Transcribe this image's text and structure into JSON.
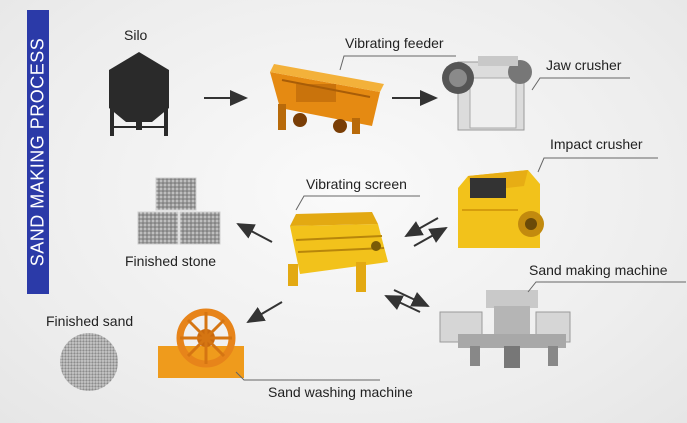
{
  "title": "SAND MAKING PROCESS",
  "labels": {
    "silo": "Silo",
    "vibrating_feeder": "Vibrating feeder",
    "jaw_crusher": "Jaw crusher",
    "impact_crusher": "Impact crusher",
    "vibrating_screen": "Vibrating screen",
    "sand_making_machine": "Sand making machine",
    "finished_stone": "Finished stone",
    "finished_sand": "Finished sand",
    "sand_washing_machine": "Sand washing machine"
  },
  "colors": {
    "title_bar": "#2b3aa8",
    "machine_orange": "#e89a1a",
    "machine_yellow": "#f2c21b",
    "arrow": "#333333"
  }
}
